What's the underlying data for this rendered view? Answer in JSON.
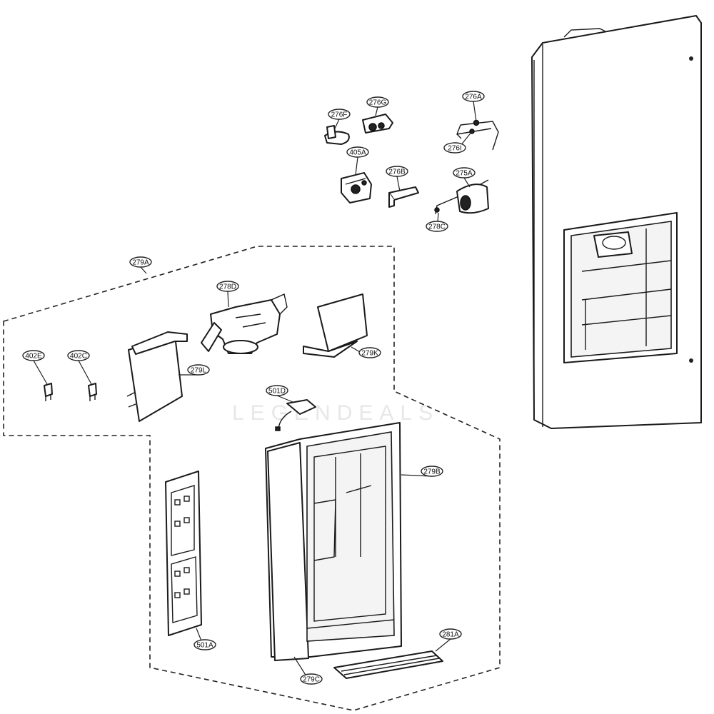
{
  "diagram": {
    "watermark": "LEGENDEALS",
    "callouts": [
      {
        "id": "276F",
        "label": "276F"
      },
      {
        "id": "276G",
        "label": "276G"
      },
      {
        "id": "276A",
        "label": "276A"
      },
      {
        "id": "276I",
        "label": "276I"
      },
      {
        "id": "405A",
        "label": "405A"
      },
      {
        "id": "276B",
        "label": "276B"
      },
      {
        "id": "275A",
        "label": "275A"
      },
      {
        "id": "278C",
        "label": "278C"
      },
      {
        "id": "279A",
        "label": "279A"
      },
      {
        "id": "278D",
        "label": "278D"
      },
      {
        "id": "279K",
        "label": "279K"
      },
      {
        "id": "402E",
        "label": "402E"
      },
      {
        "id": "402C",
        "label": "402C"
      },
      {
        "id": "279L",
        "label": "279L"
      },
      {
        "id": "501D",
        "label": "501D"
      },
      {
        "id": "279B",
        "label": "279B"
      },
      {
        "id": "501A",
        "label": "501A"
      },
      {
        "id": "279C",
        "label": "279C"
      },
      {
        "id": "281A",
        "label": "281A"
      }
    ]
  }
}
